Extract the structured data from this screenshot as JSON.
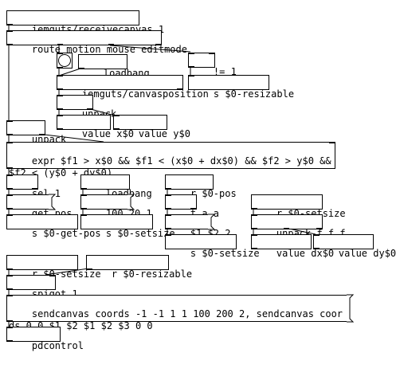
{
  "objects": {
    "receivecanvas": "iemguts/receivecanvas 1",
    "route": "route motion mouse editmode",
    "loadbang1": "loadbang",
    "neq": "!= 1",
    "canvasposition": "iemguts/canvasposition",
    "send_resizable": "s $0-resizable",
    "unpack1": "unpack",
    "value_x": "value x$0",
    "value_y": "value y$0",
    "unpack2": "unpack",
    "expr": "expr $f1 > x$0 && $f1 < (x$0 + dx$0) && $f2 > y$0 && $f2 < (y$0 + dy$0)",
    "sel": "sel 1",
    "loadbang2": "loadbang",
    "r_pos": "r $0-pos",
    "t_aa": "t a a",
    "send_getpos": "s $0-get-pos",
    "send_setsize1": "s $0-setsize",
    "send_setsize2": "s $0-setsize",
    "r_setsize1": "r $0-setsize",
    "unpack_fff": "unpack f f f",
    "value_dx": "value dx$0",
    "value_dy": "value dy$0",
    "r_setsize2": "r $0-setsize",
    "r_resizable": "r $0-resizable",
    "spigot": "spigot 1",
    "pdcontrol": "pdcontrol"
  },
  "messages": {
    "get_pos": "get_pos",
    "size": "100 20 1",
    "args": "$1 $2 2",
    "sendcanvas": "sendcanvas coords -1 -1 1 1 100 200 2, sendcanvas coords 0 0 $1 $2 $1 $2 $3 0 0"
  }
}
